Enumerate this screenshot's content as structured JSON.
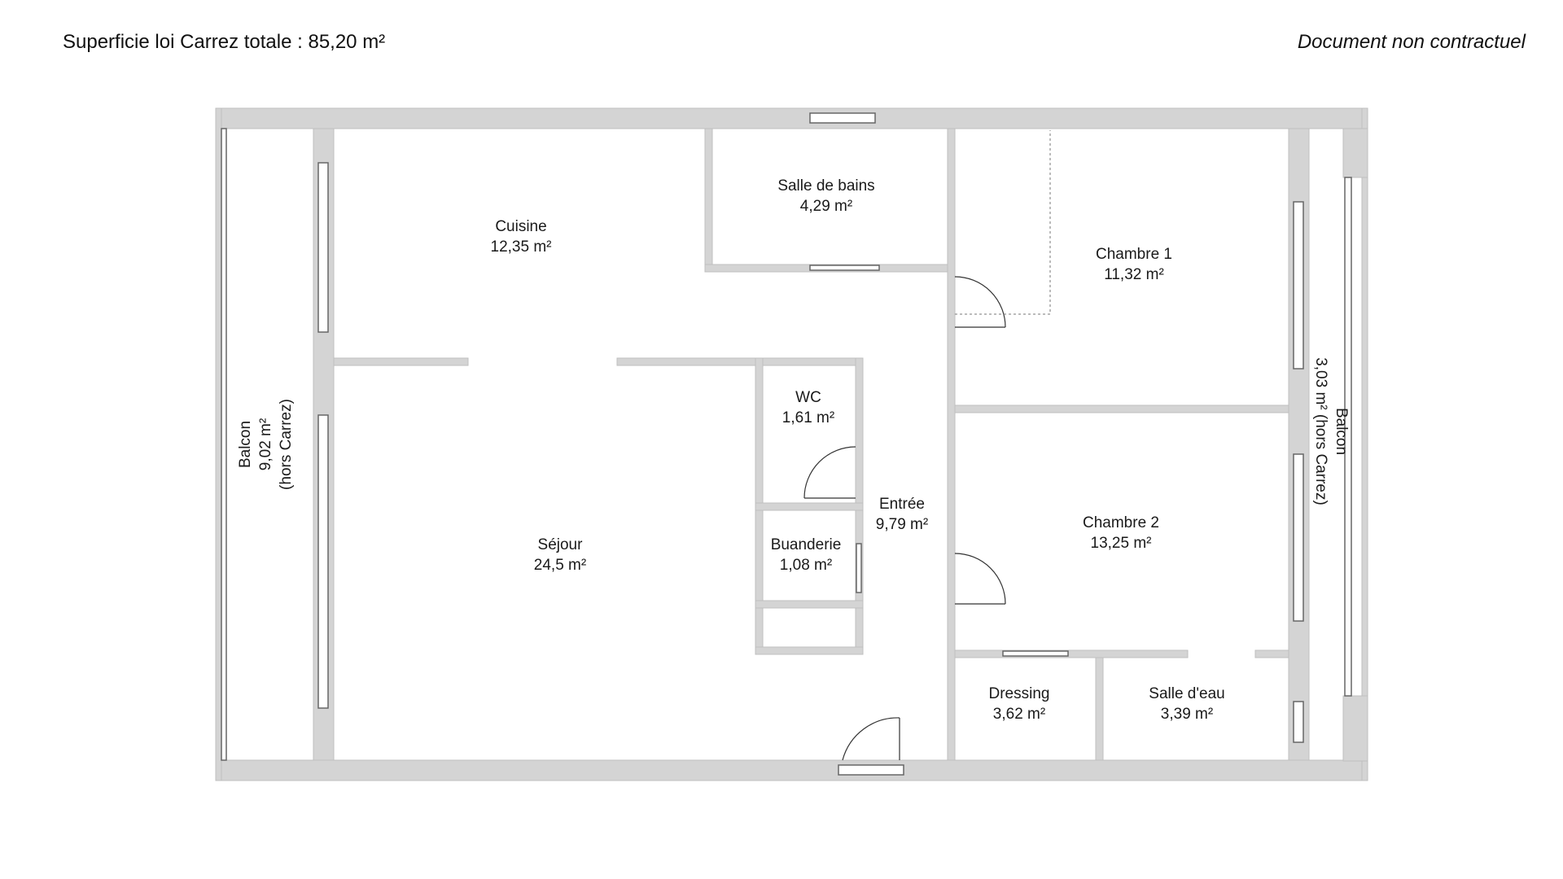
{
  "header": {
    "total_area": "Superficie loi Carrez totale : 85,20 m²",
    "disclaimer": "Document non contractuel"
  },
  "rooms": {
    "cuisine": {
      "name": "Cuisine",
      "area": "12,35 m²"
    },
    "salle_de_bains": {
      "name": "Salle de bains",
      "area": "4,29 m²"
    },
    "chambre1": {
      "name": "Chambre 1",
      "area": "11,32 m²"
    },
    "wc": {
      "name": "WC",
      "area": "1,61 m²"
    },
    "entree": {
      "name": "Entrée",
      "area": "9,79 m²"
    },
    "sejour": {
      "name": "Séjour",
      "area": "24,5 m²"
    },
    "buanderie": {
      "name": "Buanderie",
      "area": "1,08 m²"
    },
    "chambre2": {
      "name": "Chambre 2",
      "area": "13,25 m²"
    },
    "dressing": {
      "name": "Dressing",
      "area": "3,62 m²"
    },
    "salle_eau": {
      "name": "Salle d'eau",
      "area": "3,39 m²"
    },
    "balcon_gauche": {
      "name": "Balcon",
      "area": "9,02 m²",
      "note": "(hors Carrez)"
    },
    "balcon_droit": {
      "name": "Balcon",
      "area": "3,03 m² (hors Carrez)"
    }
  },
  "colors": {
    "wall": "#d4d4d4",
    "text": "#1a1a1a"
  }
}
